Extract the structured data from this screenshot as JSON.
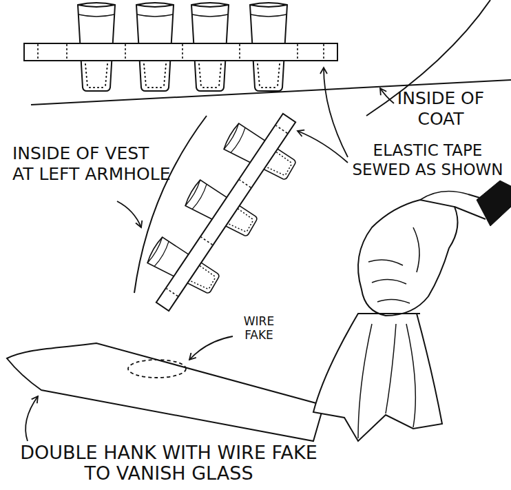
{
  "diagram": {
    "labels": [
      "INSIDE OF COAT",
      "ELASTIC TAPE SEWED AS SHOWN",
      "INSIDE OF VEST AT LEFT ARMHOLE",
      "WIRE FAKE",
      "DOUBLE HANK WITH WIRE FAKE TO VANISH GLASS"
    ]
  }
}
